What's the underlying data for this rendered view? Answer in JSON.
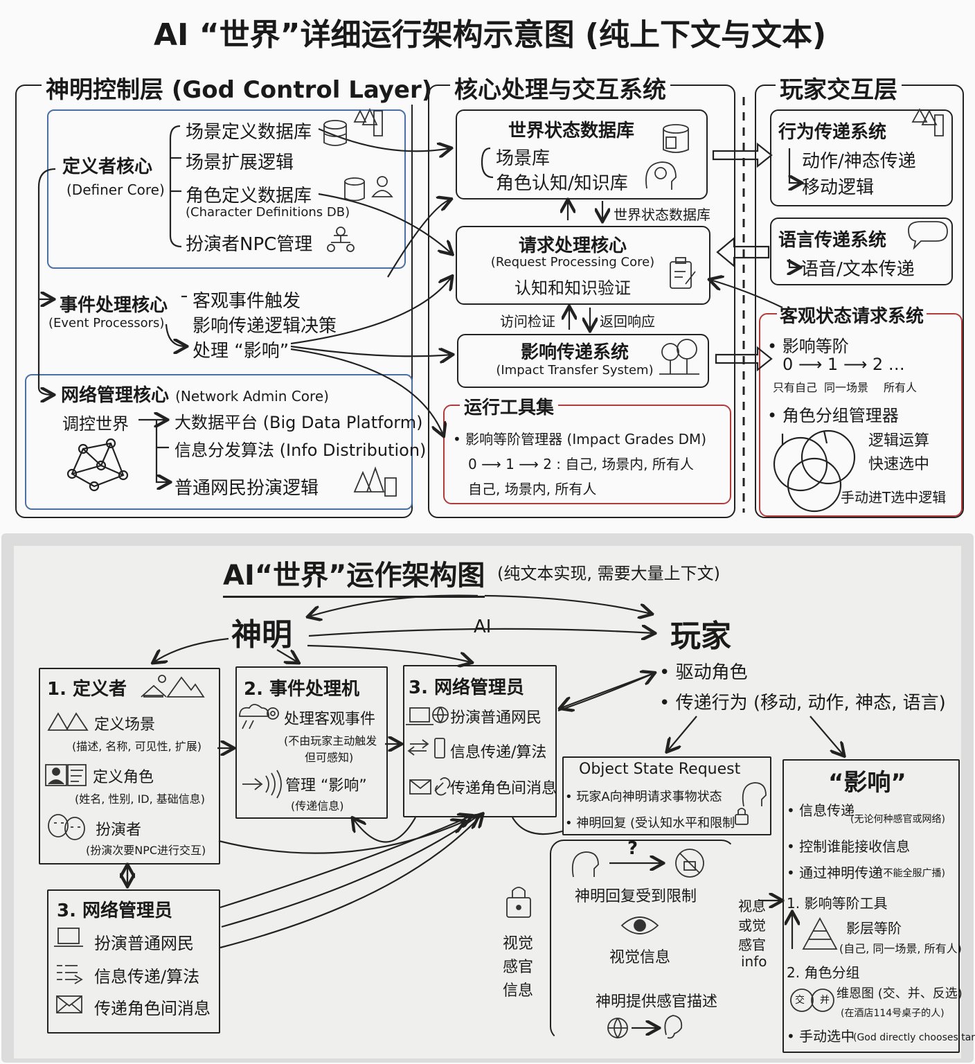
{
  "top": {
    "title": "AI “世界”详细运行架构示意图 (纯上下文与文本)",
    "god_layer": {
      "title": "神明控制层 (God Control Layer)",
      "definer": {
        "title": "定义者核心",
        "subtitle": "(Definer Core)",
        "items": [
          "场景定义数据库",
          "场景扩展逻辑",
          "角色定义数据库",
          "(Character Definitions DB)",
          "扮演者NPC管理"
        ]
      },
      "event": {
        "title": "事件处理核心",
        "subtitle": "(Event Processors)",
        "items": [
          "客观事件触发",
          "影响传递逻辑决策",
          "处理 “影响”"
        ]
      },
      "network": {
        "title": "网络管理核心",
        "subtitle": "(Network Admin Core)",
        "left": "调控世界",
        "items": [
          "大数据平台 (Big Data Platform)",
          "信息分发算法 (Info Distribution)",
          "普通网民扮演逻辑"
        ]
      }
    },
    "core": {
      "title": "核心处理与交互系统",
      "world_db": {
        "title": "世界状态数据库",
        "items": [
          "场景库",
          "角色认知/知识库"
        ]
      },
      "arrow_label": "世界状态数据库",
      "request": {
        "title": "请求处理核心",
        "subtitle": "(Request Processing Core)",
        "line": "认知和知识验证"
      },
      "access_label": "访问检证",
      "return_label": "返回响应",
      "impact": {
        "title": "影响传递系统",
        "subtitle": "(Impact Transfer System)"
      },
      "tools": {
        "title": "运行工具集",
        "item": "• 影响等阶管理器 (Impact Grades DM)",
        "line1": "0 ⟶ 1 ⟶ 2 : 自己, 场景内, 所有人",
        "line2": "自己, 场景内, 所有人"
      }
    },
    "player": {
      "title": "玩家交互层",
      "behavior": {
        "title": "行为传递系统",
        "items": [
          "动作/神态传递",
          "移动逻辑"
        ]
      },
      "language": {
        "title": "语言传递系统",
        "items": [
          "语音/文本传递"
        ]
      },
      "objective": {
        "title": "客观状态请求系统",
        "grade_title": "• 影响等阶",
        "grade_line": "0 ⟶ 1 ⟶ 2 …",
        "grade_labels": [
          "只有自己",
          "同一场景",
          "所有人"
        ],
        "group_title": "• 角色分组管理器",
        "group_items": [
          "逻辑运算",
          "快速选中"
        ],
        "manual": "手动进T选中逻辑"
      }
    }
  },
  "bottom": {
    "title": "AI“世界”运作架构图",
    "title_note": "(纯文本实现, 需要大量上下文)",
    "god": "神明",
    "ai": "AI",
    "player": "玩家",
    "player_items": [
      "• 驱动角色",
      "• 传递行为 (移动, 动作, 神态, 语言)"
    ],
    "definer": {
      "title": "1. 定义者",
      "scene": "定义场景",
      "scene_note": "(描述, 名称, 可见性, 扩展)",
      "role": "定义角色",
      "role_note": "(姓名, 性别, ID, 基础信息)",
      "actor": "扮演者",
      "actor_note": "(扮演次要NPC进行交互)"
    },
    "event": {
      "title": "2. 事件处理机",
      "item1": "处理客观事件",
      "item1_note1": "(不由玩家主动触发",
      "item1_note2": "但可感知)",
      "item2": "管理 “影响”",
      "item2_note": "(传递信息)"
    },
    "network": {
      "title": "3. 网络管理员",
      "items": [
        "扮演普通网民",
        "信息传递/算法",
        "传递角色间消息"
      ]
    },
    "network2": {
      "title": "3. 网络管理员",
      "items": [
        "扮演普通网民",
        "信息传递/算法",
        "传递角色间消息"
      ]
    },
    "object_state": {
      "title": "Object State Request",
      "items": [
        "• 玩家A向神明请求事物状态",
        "• 神明回复 (受认知水平和限制"
      ],
      "limit": "神明回复受到限制",
      "visual": "视觉信息",
      "sense": "神明提供感官描述",
      "question": "?",
      "side_label": [
        "视息",
        "或觉",
        "感官",
        "info"
      ],
      "lock_label": [
        "视觉",
        "感官",
        "信息"
      ]
    },
    "influence": {
      "title": "“影响”",
      "items": [
        "• 信息传递",
        "• 控制谁能接收信息",
        "• 通过神明传递"
      ],
      "item1_note": "(无论何种感官或网络)",
      "item3_note": "(不能全服广播)",
      "tool1": "1. 影响等阶工具",
      "tool1_name": "影层等阶",
      "tool1_note": "(自己, 同一场景, 所有人)",
      "tool2": "2. 角色分组",
      "tool2_name": "维恩图 (交、并、反选)",
      "tool2_note": "(在酒店114号桌子的人)",
      "venn_a": "交",
      "venn_b": "并",
      "manual": "• 手动选中",
      "manual_note": "(God directly chooses target)"
    }
  }
}
